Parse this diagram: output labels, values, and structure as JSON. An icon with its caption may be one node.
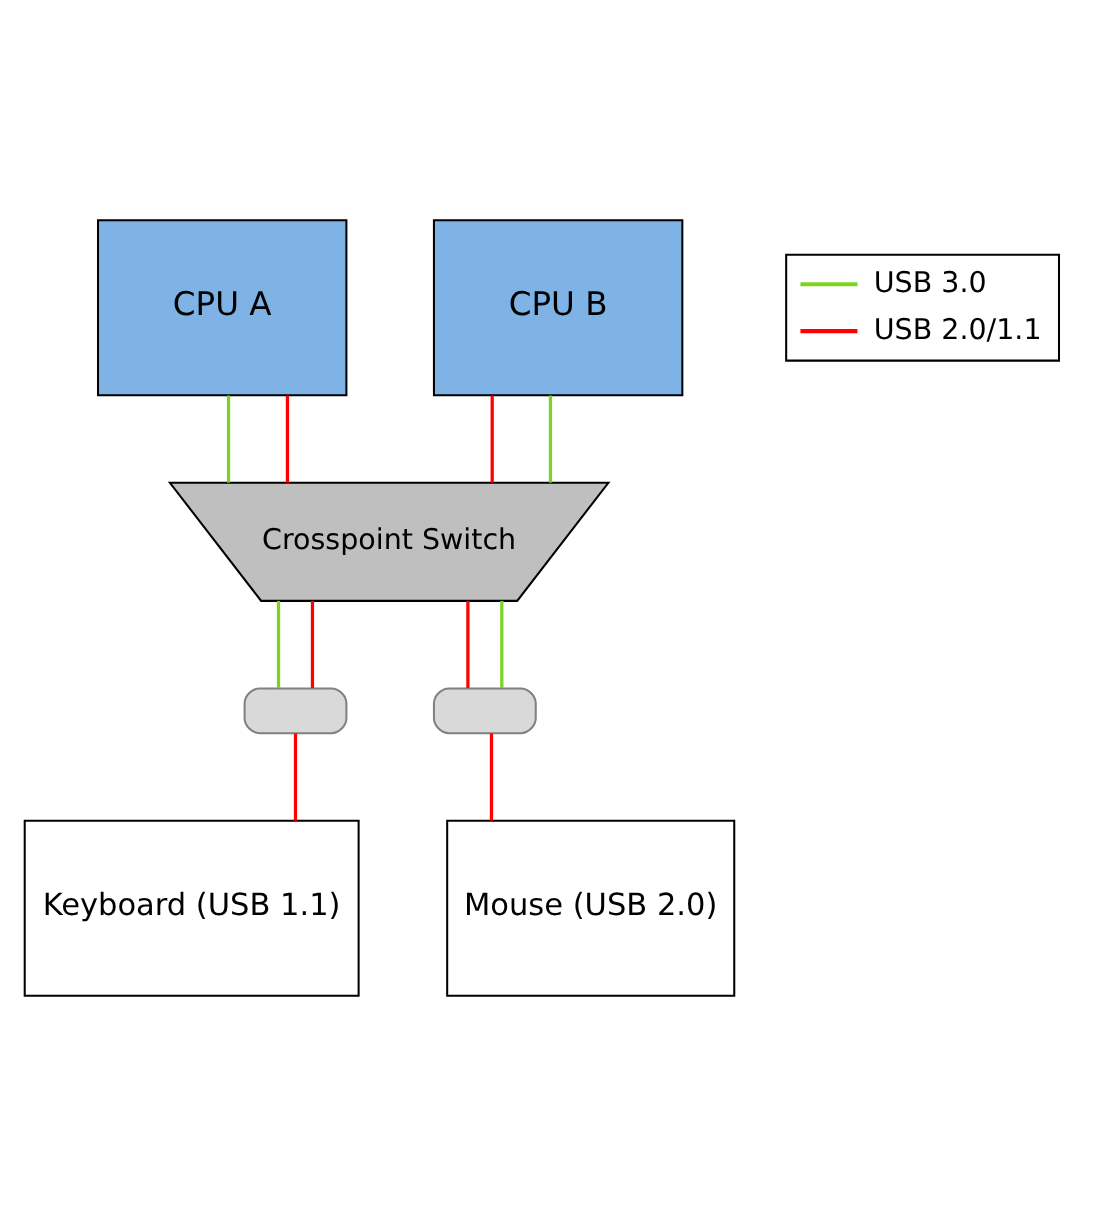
{
  "diagram": {
    "nodes": [
      {
        "text": [
          "CPU A"
        ]
      },
      {
        "text": [
          "CPU B"
        ]
      },
      {
        "text": [
          "Crosspoint Switch"
        ]
      },
      {
        "text": [],
        "shape": "box"
      },
      {
        "text": [],
        "shape": "box"
      },
      {
        "text": [
          "Keyboard (USB 1.1)"
        ]
      },
      {
        "text": [
          "Mouse (USB 2.0)"
        ]
      }
    ],
    "edges": [
      {
        "from": 0,
        "to": 2,
        "arrow": "none",
        "color": "#7ed321"
      },
      {
        "from": 0,
        "to": 2,
        "arrow": "none"
      },
      {
        "from": 1,
        "to": 2,
        "arrow": "none"
      },
      {
        "from": 1,
        "to": 2,
        "arrow": "none",
        "color": "#7ed321"
      },
      {
        "from": 2,
        "to": 3,
        "arrow": "none",
        "color": "#7ed321"
      },
      {
        "from": 2,
        "to": 3,
        "arrow": "none"
      },
      {
        "from": 2,
        "to": 4,
        "arrow": "none"
      },
      {
        "from": 2,
        "to": 4,
        "arrow": "none",
        "color": "#7ed321"
      },
      {
        "from": 3,
        "to": 5,
        "arrow": "none"
      },
      {
        "from": 4,
        "to": 6,
        "arrow": "none"
      }
    ],
    "legend": [
      {
        "text": "USB 3.0",
        "color": "#7ed321"
      },
      {
        "text": "USB 2.0/1.1",
        "color": "#ff0000"
      }
    ]
  }
}
